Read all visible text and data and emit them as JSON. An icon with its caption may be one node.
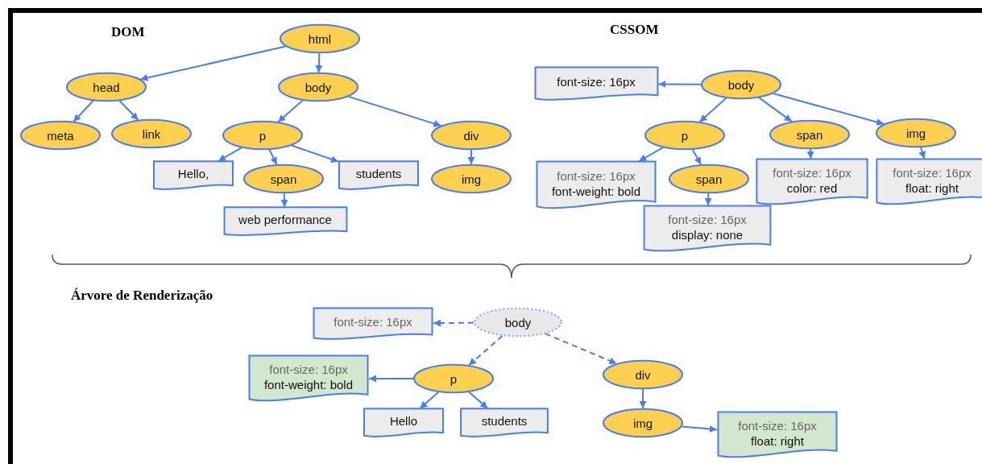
{
  "diagram": {
    "nodes": [
      {
        "text": [
          "html"
        ]
      },
      {
        "text": [
          "head"
        ]
      },
      {
        "text": [
          "body"
        ]
      },
      {
        "text": [
          "meta"
        ]
      },
      {
        "text": [
          "link"
        ]
      },
      {
        "text": [
          "p"
        ]
      },
      {
        "text": [
          "div"
        ]
      },
      {
        "text": [
          "Hello,"
        ]
      },
      {
        "text": [
          "span"
        ]
      },
      {
        "text": [
          "students"
        ]
      },
      {
        "text": [
          "img"
        ]
      },
      {
        "text": [
          "web performance"
        ]
      },
      {
        "text": [
          "font-size: 16px"
        ]
      },
      {
        "text": [
          "body"
        ]
      },
      {
        "text": [
          "p"
        ]
      },
      {
        "text": [
          "span"
        ]
      },
      {
        "text": [
          "img"
        ]
      },
      {
        "text": [
          "font-size: 16px",
          "font-weight: bold"
        ]
      },
      {
        "text": [
          "span"
        ]
      },
      {
        "text": [
          "font-size: 16px",
          "color: red"
        ]
      },
      {
        "text": [
          "font-size: 16px",
          "float: right"
        ]
      },
      {
        "text": [
          "font-size: 16px",
          "display: none"
        ]
      },
      {
        "text": [
          "font-size: 16px"
        ]
      },
      {
        "text": [
          "body"
        ]
      },
      {
        "text": [
          "font-size: 16px",
          "font-weight: bold"
        ]
      },
      {
        "text": [
          "p"
        ]
      },
      {
        "text": [
          "div"
        ]
      },
      {
        "text": [
          "Hello"
        ]
      },
      {
        "text": [
          "students"
        ]
      },
      {
        "text": [
          "img"
        ]
      },
      {
        "text": [
          "font-size: 16px",
          "float: right"
        ]
      }
    ],
    "edges": [
      {
        "from": 0,
        "to": 1,
        "arrow": "to"
      },
      {
        "from": 0,
        "to": 2,
        "arrow": "to"
      },
      {
        "from": 1,
        "to": 3,
        "arrow": "to"
      },
      {
        "from": 1,
        "to": 4,
        "arrow": "to"
      },
      {
        "from": 2,
        "to": 5,
        "arrow": "to"
      },
      {
        "from": 2,
        "to": 6,
        "arrow": "to"
      },
      {
        "from": 5,
        "to": 7,
        "arrow": "to"
      },
      {
        "from": 5,
        "to": 8,
        "arrow": "to"
      },
      {
        "from": 5,
        "to": 9,
        "arrow": "to"
      },
      {
        "from": 6,
        "to": 10,
        "arrow": "to"
      },
      {
        "from": 8,
        "to": 11,
        "arrow": "to"
      },
      {
        "from": 13,
        "to": 12,
        "arrow": "to"
      },
      {
        "from": 13,
        "to": 14,
        "arrow": "to"
      },
      {
        "from": 13,
        "to": 15,
        "arrow": "to"
      },
      {
        "from": 13,
        "to": 16,
        "arrow": "to"
      },
      {
        "from": 14,
        "to": 17,
        "arrow": "to"
      },
      {
        "from": 14,
        "to": 18,
        "arrow": "to"
      },
      {
        "from": 15,
        "to": 19,
        "arrow": "to"
      },
      {
        "from": 16,
        "to": 20,
        "arrow": "to"
      },
      {
        "from": 18,
        "to": 21,
        "arrow": "to"
      },
      {
        "from": 23,
        "to": 22,
        "arrow": "to",
        "style": "dashed"
      },
      {
        "from": 23,
        "to": 25,
        "arrow": "to",
        "style": "dashed"
      },
      {
        "from": 23,
        "to": 26,
        "arrow": "to",
        "style": "dashed"
      },
      {
        "from": 25,
        "to": 24,
        "arrow": "to"
      },
      {
        "from": 25,
        "to": 27,
        "arrow": "to"
      },
      {
        "from": 25,
        "to": 28,
        "arrow": "to"
      },
      {
        "from": 26,
        "to": 29,
        "arrow": "to"
      },
      {
        "from": 29,
        "to": 30,
        "arrow": "to"
      }
    ],
    "labels": [
      "DOM",
      "CSSOM",
      "Árvore de Renderização"
    ]
  }
}
